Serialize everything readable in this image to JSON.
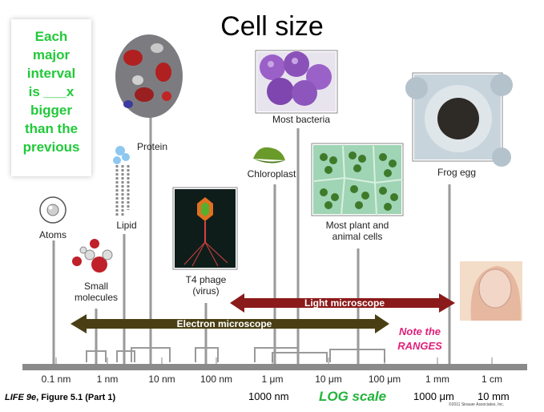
{
  "title": "Cell size",
  "callout": "Each\nmajor\ninterval\nis ___x\nbigger\nthan the\nprevious",
  "items": {
    "atoms": "Atoms",
    "small_molecules": "Small\nmolecules",
    "lipid": "Lipid",
    "protein": "Protein",
    "t4_phage": "T4 phage\n(virus)",
    "chloroplast": "Chloroplast",
    "most_bacteria": "Most bacteria",
    "plant_animal_cells": "Most plant and\nanimal cells",
    "frog_egg": "Frog egg"
  },
  "arrows": {
    "light_microscope": "Light microscope",
    "electron_microscope": "Electron microscope"
  },
  "note": {
    "line1": "Note the",
    "line2": "RANGES"
  },
  "axis_ticks": [
    "0.1 nm",
    "1 nm",
    "10 nm",
    "100 nm",
    "1 μm",
    "10 μm",
    "100 μm",
    "1 mm",
    "1 cm"
  ],
  "sub_labels": {
    "nm_1000": "1000 nm",
    "um_1000": "1000 μm",
    "mm_10": "10 mm"
  },
  "log_scale": "LOG scale",
  "caption": {
    "book": "LIFE 9e",
    "figure": ", Figure 5.1 (Part 1)"
  },
  "copyright": "©2011 Sinauer Associates, Inc.",
  "colors": {
    "callout_green": "#22c93a",
    "light_arrow": "#8b1a1a",
    "electron_arrow": "#4a3f14",
    "note_pink": "#e0207a"
  }
}
